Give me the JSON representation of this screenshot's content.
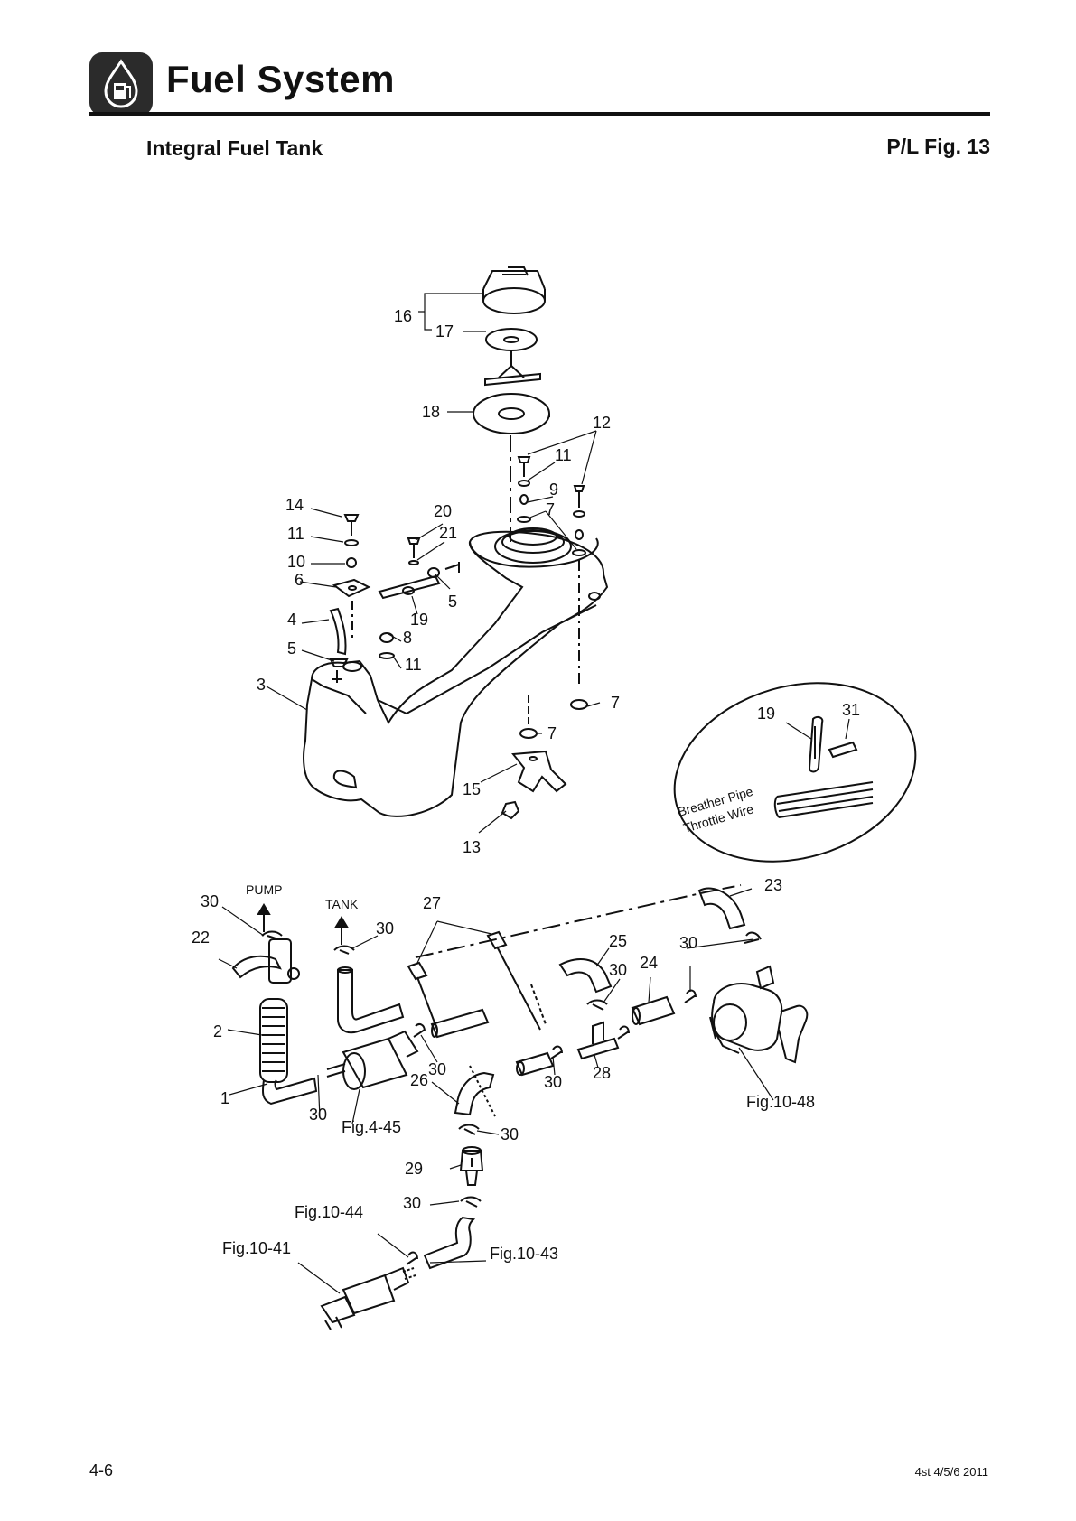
{
  "header": {
    "title": "Fuel System",
    "icon": "fuel-pump-icon",
    "section_title": "Integral Fuel Tank",
    "figure_ref": "P/L Fig. 13"
  },
  "diagram": {
    "callouts": [
      "16",
      "17",
      "18",
      "12",
      "11",
      "9",
      "7",
      "14",
      "20",
      "21",
      "11",
      "10",
      "6",
      "5",
      "19",
      "4",
      "8",
      "5",
      "11",
      "3",
      "7",
      "7",
      "15",
      "13",
      "19",
      "31",
      "30",
      "22",
      "2",
      "1",
      "30",
      "30",
      "27",
      "25",
      "23",
      "30",
      "24",
      "30",
      "30",
      "26",
      "30",
      "28",
      "30",
      "29",
      "30"
    ],
    "arrow_labels": [
      "PUMP",
      "TANK"
    ],
    "figure_refs": [
      "Fig.4-45",
      "Fig.10-48",
      "Fig.10-44",
      "Fig.10-41",
      "Fig.10-43"
    ],
    "inset_labels": [
      "Breather Pipe",
      "Throttle Wire"
    ]
  },
  "footer": {
    "page_number": "4-6",
    "note": "4st 4/5/6  2011"
  },
  "colors": {
    "ink": "#111111",
    "icon_bg": "#2b2b2b"
  }
}
